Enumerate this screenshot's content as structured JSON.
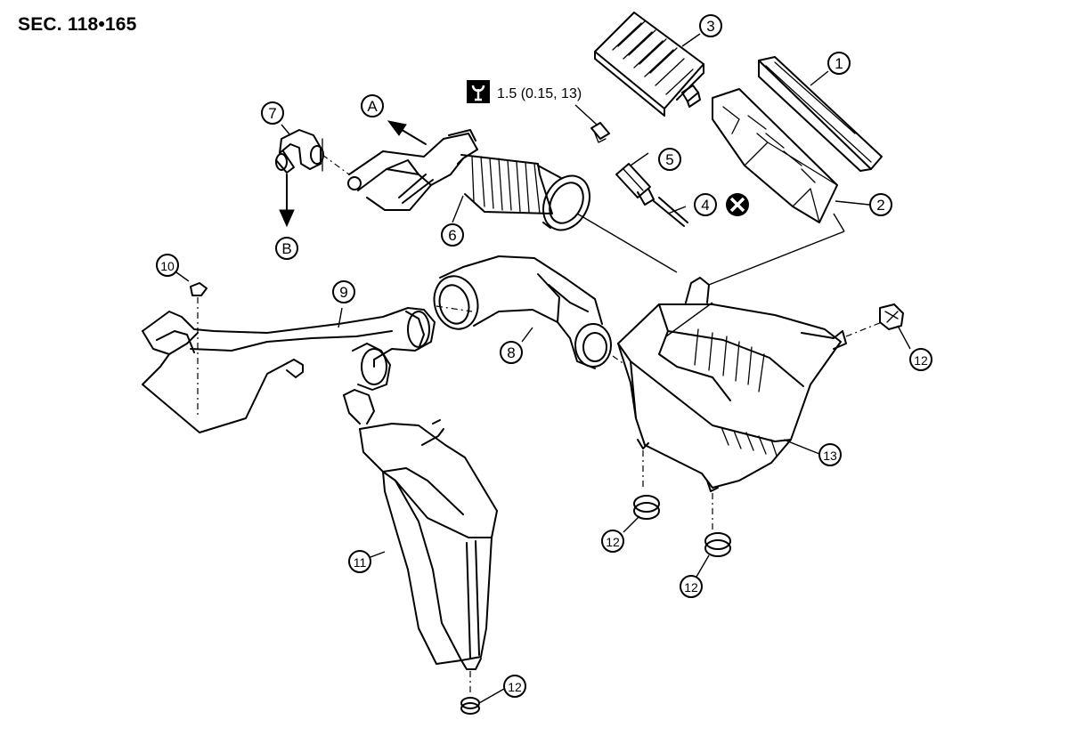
{
  "header": {
    "section_title": "SEC. 118•165"
  },
  "torque_spec": {
    "icon": "torque-wrench-icon",
    "value": "1.5 (0.15, 13)"
  },
  "direction_markers": [
    {
      "id": "A",
      "label": "A"
    },
    {
      "id": "B",
      "label": "B"
    }
  ],
  "callouts": [
    {
      "id": "1",
      "label": "1"
    },
    {
      "id": "2",
      "label": "2"
    },
    {
      "id": "3",
      "label": "3"
    },
    {
      "id": "4",
      "label": "4"
    },
    {
      "id": "5",
      "label": "5"
    },
    {
      "id": "6",
      "label": "6"
    },
    {
      "id": "7",
      "label": "7"
    },
    {
      "id": "8",
      "label": "8"
    },
    {
      "id": "9",
      "label": "9"
    },
    {
      "id": "10",
      "label": "10"
    },
    {
      "id": "11",
      "label": "11"
    },
    {
      "id": "12a",
      "label": "12"
    },
    {
      "id": "12b",
      "label": "12"
    },
    {
      "id": "12c",
      "label": "12"
    },
    {
      "id": "12d",
      "label": "12"
    },
    {
      "id": "13",
      "label": "13"
    }
  ],
  "symbols": [
    {
      "id": "do-not-reuse",
      "icon": "do-not-reuse-icon"
    }
  ]
}
